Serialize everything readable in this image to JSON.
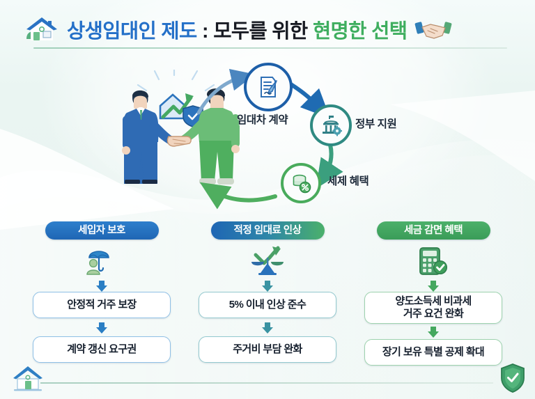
{
  "header": {
    "title_part_blue": "상생임대인 제도",
    "title_part_dark": " : 모두를 위한 ",
    "title_part_green": "현명한 선택",
    "left_icon": "house-icon",
    "right_icon": "handshake-icon"
  },
  "illustration": {
    "landlord_alt": "landlord-in-blue-suit",
    "tenant_alt": "tenant-in-green-clothes",
    "center_icon": "house-growth-shield-icon"
  },
  "cycle": {
    "steps": [
      {
        "label": "임대차 계약",
        "icon": "contract-document-icon",
        "color": "#1d5fa8"
      },
      {
        "label": "정부 지원",
        "icon": "government-building-gear-icon",
        "color": "#2f8a82"
      },
      {
        "label": "세제 혜택",
        "icon": "coins-percent-icon",
        "color": "#49ab5c"
      }
    ]
  },
  "columns": [
    {
      "badge": "세입자 보호",
      "icon": "umbrella-person-icon",
      "accent": "#1f66b4",
      "items": [
        {
          "text": "안정적 거주 보장",
          "lines": [
            "안정적 거주 보장"
          ]
        },
        {
          "text": "계약 갱신 요구권",
          "lines": [
            "계약 갱신 요구권"
          ]
        }
      ]
    },
    {
      "badge": "적정 임대료 인상",
      "icon": "balance-scale-growth-icon",
      "accent": "#2d86a8",
      "items": [
        {
          "text": "5% 이내 인상 준수",
          "lines": [
            "5% 이내 인상 준수"
          ]
        },
        {
          "text": "주거비 부담 완화",
          "lines": [
            "주거비 부담 완화"
          ]
        }
      ]
    },
    {
      "badge": "세금 감면 혜택",
      "icon": "calculator-check-icon",
      "accent": "#3a9c58",
      "items": [
        {
          "text": "양도소득세 비과세 거주 요건 완화",
          "lines": [
            "양도소득세 비과세",
            "거주 요건 완화"
          ]
        },
        {
          "text": "장기 보유 특별 공제 확대",
          "lines": [
            "장기 보유 특별 공제 확대"
          ]
        }
      ]
    }
  ],
  "footer": {
    "left_icon": "house-icon",
    "right_icon": "shield-check-icon"
  },
  "palette": {
    "blue": "#1f66b4",
    "teal": "#2f8a82",
    "green": "#3a9c58",
    "navy": "#16202e",
    "bg": "#eaf5f2"
  }
}
